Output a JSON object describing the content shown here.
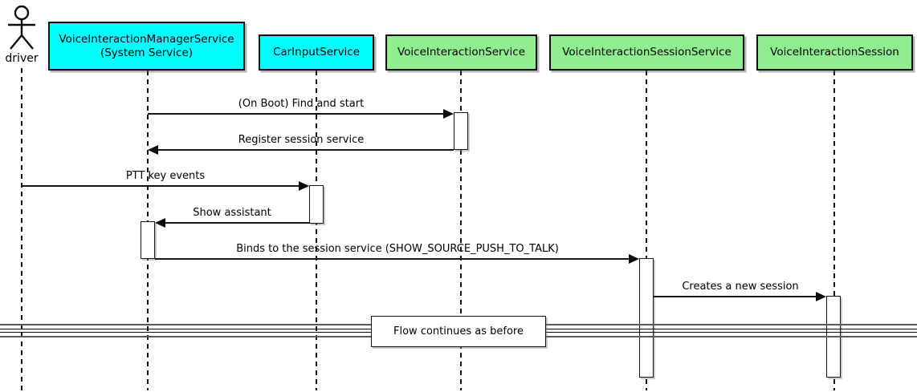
{
  "diagram": {
    "type": "uml-sequence",
    "actor": {
      "name": "driver"
    },
    "participants": [
      {
        "name": "VoiceInteractionManagerService",
        "subtitle": "(System Service)",
        "fill": "#00FFFF"
      },
      {
        "name": "CarInputService",
        "fill": "#00FFFF"
      },
      {
        "name": "VoiceInteractionService",
        "fill": "#90EE90"
      },
      {
        "name": "VoiceInteractionSessionService",
        "fill": "#90EE90"
      },
      {
        "name": "VoiceInteractionSession",
        "fill": "#90EE90"
      }
    ],
    "messages": [
      {
        "label": "(On Boot) Find and start",
        "from": "VoiceInteractionManagerService",
        "to": "VoiceInteractionService",
        "direction": "right"
      },
      {
        "label": "Register session service",
        "from": "VoiceInteractionService",
        "to": "VoiceInteractionManagerService",
        "direction": "left"
      },
      {
        "label": "PTT key events",
        "from": "driver",
        "to": "CarInputService",
        "direction": "right"
      },
      {
        "label": "Show assistant",
        "from": "CarInputService",
        "to": "VoiceInteractionManagerService",
        "direction": "left"
      },
      {
        "label": "Binds to the session service (SHOW_SOURCE_PUSH_TO_TALK)",
        "from": "VoiceInteractionManagerService",
        "to": "VoiceInteractionSessionService",
        "direction": "right"
      },
      {
        "label": "Creates a new session",
        "from": "VoiceInteractionSessionService",
        "to": "VoiceInteractionSession",
        "direction": "right"
      }
    ],
    "divider": {
      "label": "Flow continues as before"
    },
    "colors": {
      "cyan": "#00FFFF",
      "green": "#90EE90",
      "line": "#000000",
      "background": "#FFFFFF"
    }
  }
}
